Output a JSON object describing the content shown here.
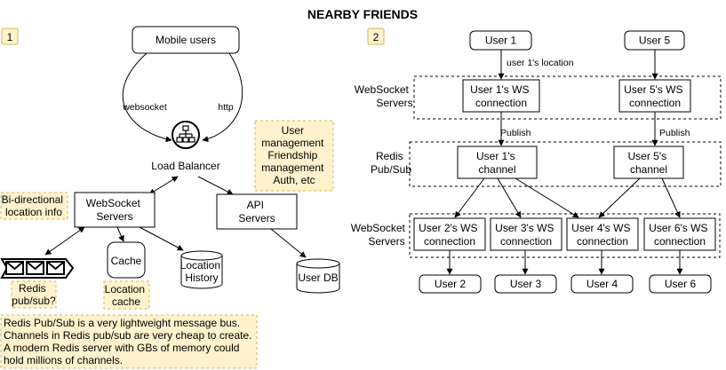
{
  "title": "NEARBY FRIENDS",
  "section_markers": [
    "1",
    "2"
  ],
  "colors": {
    "note_fill": "#fff2cc",
    "note_stroke": "#d6b656",
    "line": "#000000",
    "background": "#ffffff"
  },
  "left": {
    "mobile_users": "Mobile users",
    "websocket_edge_label": "websocket",
    "http_edge_label": "http",
    "load_balancer_icon": "load-balancer-icon",
    "load_balancer_label": "Load Balancer",
    "user_management_note": [
      "User",
      "management",
      "Friendship",
      "management",
      "Auth, etc"
    ],
    "bidirectional_note": [
      "Bi-directional",
      "location info"
    ],
    "websocket_servers": [
      "WebSocket",
      "Servers"
    ],
    "api_servers": [
      "API",
      "Servers"
    ],
    "redis_icon": "envelope-queue-icon",
    "redis_note": [
      "Redis",
      "pub/sub?"
    ],
    "cache": "Cache",
    "location_cache_note": [
      "Location",
      "cache"
    ],
    "location_history": [
      "Location",
      "History"
    ],
    "user_db": "User DB",
    "bottom_note": [
      "Redis Pub/Sub is a very lightweight message bus.",
      "Channels in Redis pub/sub are very cheap to create.",
      "A modern Redis server with GBs of memory could",
      "hold millions of channels."
    ]
  },
  "right": {
    "user1": "User 1",
    "user5": "User 5",
    "user1_location_label": "user 1's location",
    "ws_group_label_top": [
      "WebSocket",
      "Servers"
    ],
    "user1_ws": [
      "User 1's WS",
      "connection"
    ],
    "user5_ws": [
      "User 5's WS",
      "connection"
    ],
    "publish_label": "Publish",
    "redis_group_label": [
      "Redis",
      "Pub/Sub"
    ],
    "user1_channel": [
      "User 1's",
      "channel"
    ],
    "user5_channel": [
      "User 5's",
      "channel"
    ],
    "ws_group_label_bottom": [
      "WebSocket",
      "Servers"
    ],
    "user2_ws": [
      "User 2's WS",
      "connection"
    ],
    "user3_ws": [
      "User 3's WS",
      "connection"
    ],
    "user4_ws": [
      "User 4's WS",
      "connection"
    ],
    "user6_ws": [
      "User 6's WS",
      "connection"
    ],
    "user2": "User 2",
    "user3": "User 3",
    "user4": "User 4",
    "user6": "User 6"
  }
}
